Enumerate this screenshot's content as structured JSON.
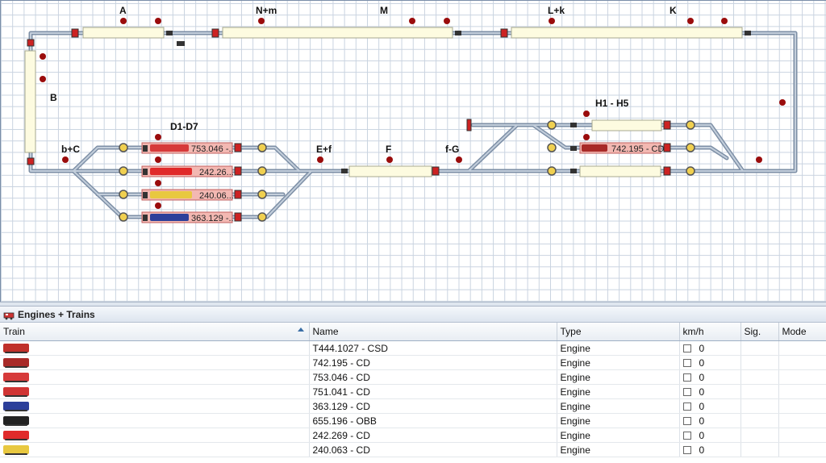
{
  "layout": {
    "block_labels": [
      "A",
      "N+m",
      "M",
      "L+k",
      "K",
      "B",
      "D1-D7",
      "b+C",
      "E+f",
      "F",
      "f-G",
      "H1 - H5"
    ],
    "train_labels": [
      "753.046 -...",
      "242.26...",
      "240.06...",
      "363.129 -...",
      "742.195 - CD"
    ]
  },
  "panel": {
    "title": "Engines + Trains"
  },
  "table": {
    "columns": [
      "Train",
      "Name",
      "Type",
      "km/h",
      "Sig.",
      "Mode"
    ],
    "rows": [
      {
        "name": "T444.1027 - CSD",
        "type": "Engine",
        "speed": "0",
        "color": "#c0302a"
      },
      {
        "name": "742.195 - CD",
        "type": "Engine",
        "speed": "0",
        "color": "#a82a28"
      },
      {
        "name": "753.046 - CD",
        "type": "Engine",
        "speed": "0",
        "color": "#d63a3a"
      },
      {
        "name": "751.041 - CD",
        "type": "Engine",
        "speed": "0",
        "color": "#d03434"
      },
      {
        "name": "363.129 - CD",
        "type": "Engine",
        "speed": "0",
        "color": "#2c3f9a"
      },
      {
        "name": "655.196 - OBB",
        "type": "Engine",
        "speed": "0",
        "color": "#222222"
      },
      {
        "name": "242.269 - CD",
        "type": "Engine",
        "speed": "0",
        "color": "#e02a2a"
      },
      {
        "name": "240.063 - CD",
        "type": "Engine",
        "speed": "0",
        "color": "#e8c840"
      }
    ]
  }
}
